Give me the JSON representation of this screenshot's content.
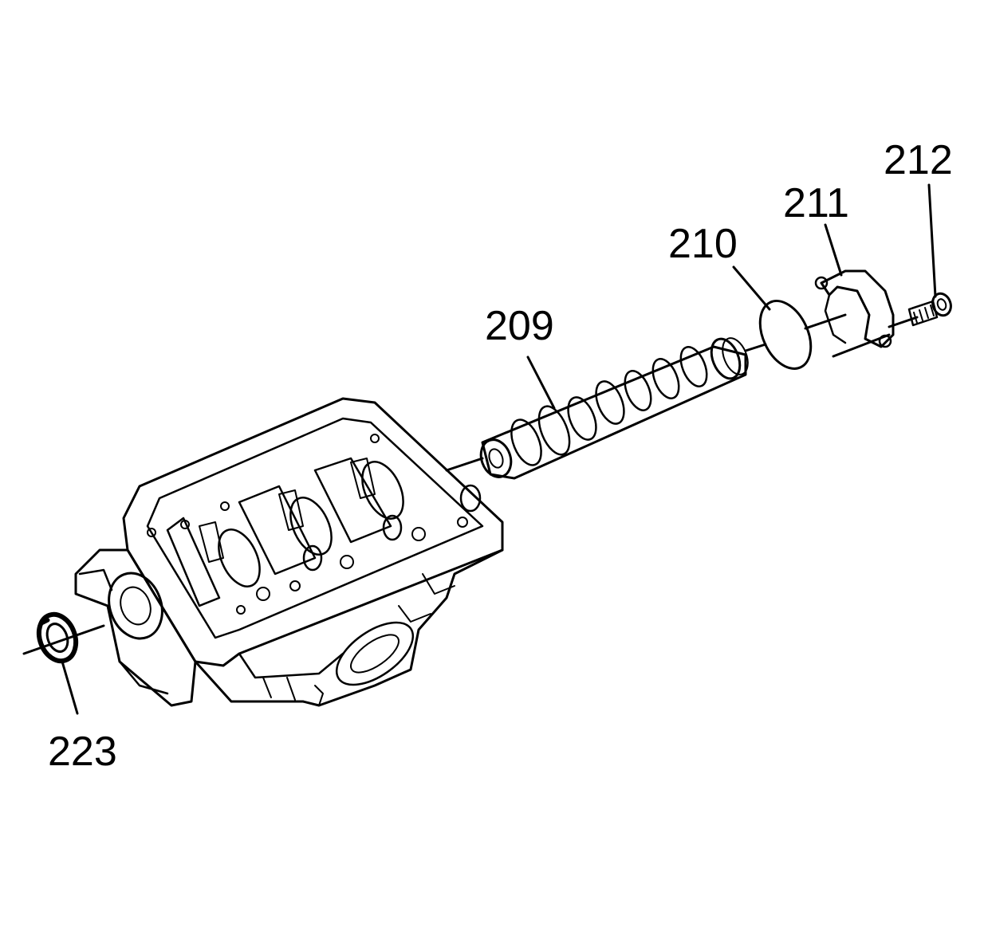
{
  "diagram": {
    "callouts": {
      "c209": "209",
      "c210": "210",
      "c211": "211",
      "c212": "212",
      "c223": "223"
    },
    "parts": [
      {
        "id": "209",
        "name": "camshaft"
      },
      {
        "id": "210",
        "name": "o-ring-seal"
      },
      {
        "id": "211",
        "name": "thrust-plate"
      },
      {
        "id": "212",
        "name": "bolt"
      },
      {
        "id": "223",
        "name": "rear-seal"
      }
    ],
    "colors": {
      "line": "#000000",
      "background": "#ffffff"
    }
  }
}
